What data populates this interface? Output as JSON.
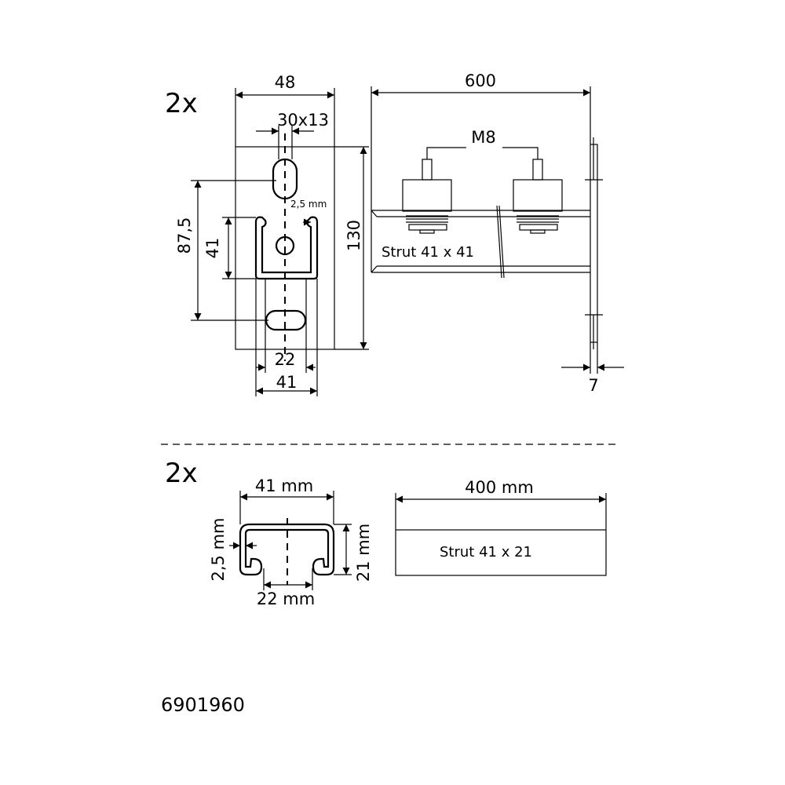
{
  "top_section": {
    "quantity": "2x",
    "dimensions": {
      "plate_width": "48",
      "slot_size": "30x13",
      "hole_spacing": "87,5",
      "channel_height": "41",
      "thickness_note": "2,5 mm",
      "plate_height": "130",
      "channel_opening": "22",
      "channel_width": "41",
      "arm_length": "600",
      "bolt": "M8",
      "plate_thickness": "7"
    },
    "arm_label": "Strut 41 x 41"
  },
  "bottom_section": {
    "quantity": "2x",
    "dimensions": {
      "width": "41 mm",
      "thickness": "2,5 mm",
      "height": "21 mm",
      "opening": "22 mm",
      "length": "400 mm"
    },
    "strut_label": "Strut 41 x 21"
  },
  "article_number": "6901960"
}
